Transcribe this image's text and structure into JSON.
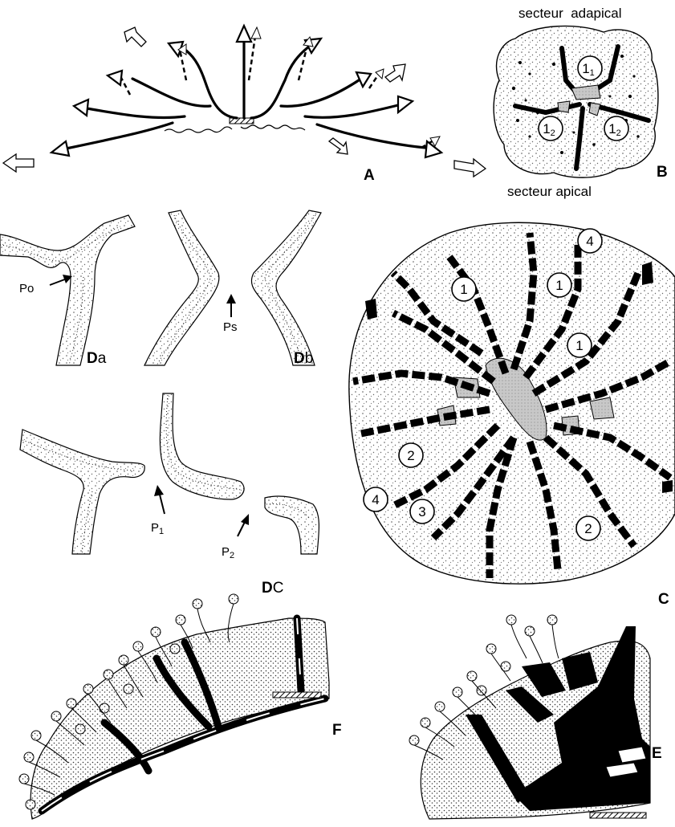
{
  "panels": {
    "A": {
      "letter": "A"
    },
    "B": {
      "letter": "B",
      "sector_adapical": "secteur  adapical",
      "sector_apical": "secteur apical",
      "mark_1_1": "1",
      "mark_1_1_sub": "1",
      "mark_1_2_left": "1",
      "mark_1_2_left_sub": "2",
      "mark_1_2_right": "1",
      "mark_1_2_right_sub": "2"
    },
    "C": {
      "letter": "C",
      "numbers": [
        "4",
        "1",
        "1",
        "1",
        "2",
        "4",
        "3",
        "2"
      ]
    },
    "Da": {
      "letter_main": "D",
      "letter_sub": "a",
      "pointer": "Po"
    },
    "Db": {
      "letter_main": "D",
      "letter_sub": "b",
      "pointer": "Ps"
    },
    "Dc": {
      "letter_main": "D",
      "letter_sub": "C",
      "pointer_1": "P",
      "pointer_1_sub": "1",
      "pointer_2": "P",
      "pointer_2_sub": "2"
    },
    "E": {
      "letter": "E"
    },
    "F": {
      "letter": "F"
    }
  }
}
